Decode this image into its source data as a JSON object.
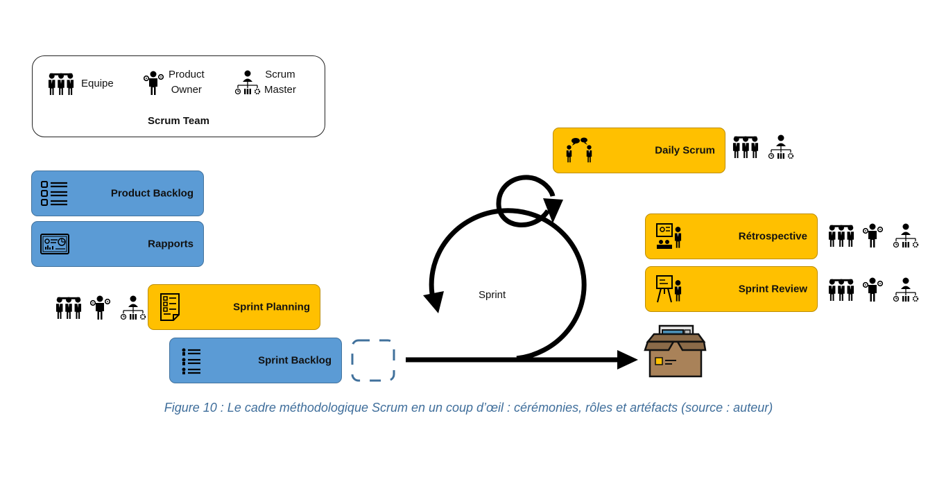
{
  "scrum_team": {
    "title": "Scrum Team",
    "roles": [
      {
        "line1": "Equipe",
        "line2": "",
        "icon": "team-icon"
      },
      {
        "line1": "Product",
        "line2": "Owner",
        "icon": "product-owner-icon"
      },
      {
        "line1": "Scrum",
        "line2": "Master",
        "icon": "scrum-master-icon"
      }
    ]
  },
  "artifacts": {
    "product_backlog": {
      "label": "Product Backlog",
      "icon": "list-icon"
    },
    "rapports": {
      "label": "Rapports",
      "icon": "dashboard-icon"
    },
    "sprint_backlog": {
      "label": "Sprint Backlog",
      "icon": "checklist-icon"
    }
  },
  "ceremonies": {
    "sprint_planning": {
      "label": "Sprint Planning",
      "icon": "planning-document-icon"
    },
    "daily_scrum": {
      "label": "Daily Scrum",
      "icon": "conversation-icon"
    },
    "retrospective": {
      "label": "Rétrospective",
      "icon": "meeting-presentation-icon"
    },
    "sprint_review": {
      "label": "Sprint Review",
      "icon": "presenter-board-icon"
    }
  },
  "cycle": {
    "label": "Sprint"
  },
  "increment": {
    "icon": "product-box-icon"
  },
  "caption": "Figure 10 : Le cadre méthodologique Scrum en un coup d’œil : cérémonies, rôles et artéfacts (source : auteur)",
  "colors": {
    "artifact": "#5b9bd5",
    "ceremony": "#ffc000",
    "caption": "#3f6e9b"
  }
}
